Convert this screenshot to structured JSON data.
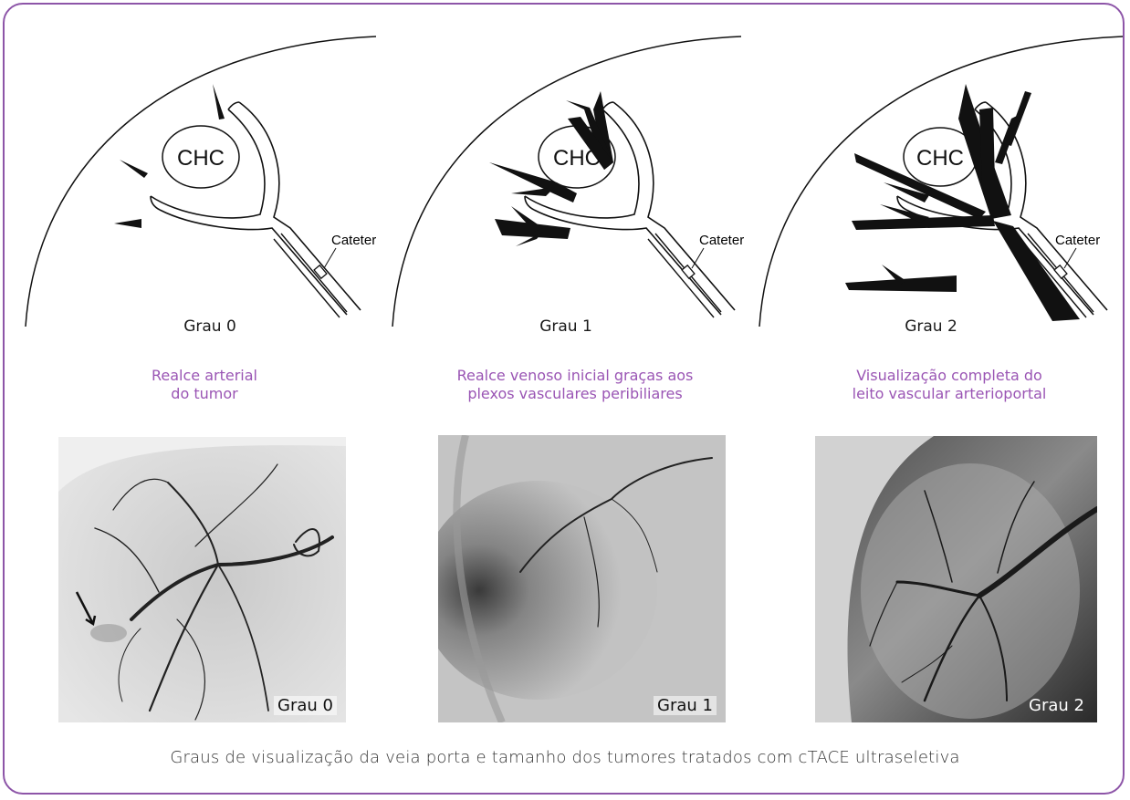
{
  "diagrams": [
    {
      "grade": "Grau 0",
      "tumor_label": "CHC",
      "catheter_label": "Cateter"
    },
    {
      "grade": "Grau 1",
      "tumor_label": "CHC",
      "catheter_label": "Cateter"
    },
    {
      "grade": "Grau 2",
      "tumor_label": "CHC",
      "catheter_label": "Cateter"
    }
  ],
  "descriptions": [
    [
      "Realce arterial",
      "do tumor"
    ],
    [
      "Realce venoso inicial graças aos",
      "plexos vasculares peribiliares"
    ],
    [
      "Visualização completa do",
      "leito vascular arterioportal"
    ]
  ],
  "photos": [
    {
      "label": "Grau 0"
    },
    {
      "label": "Grau 1"
    },
    {
      "label": "Grau 2"
    }
  ],
  "caption": "Graus de visualização da veia porta e tamanho dos tumores tratados com cTACE ultraseletiva",
  "colors": {
    "frame": "#8d55a8",
    "description_text": "#9a55b4"
  }
}
